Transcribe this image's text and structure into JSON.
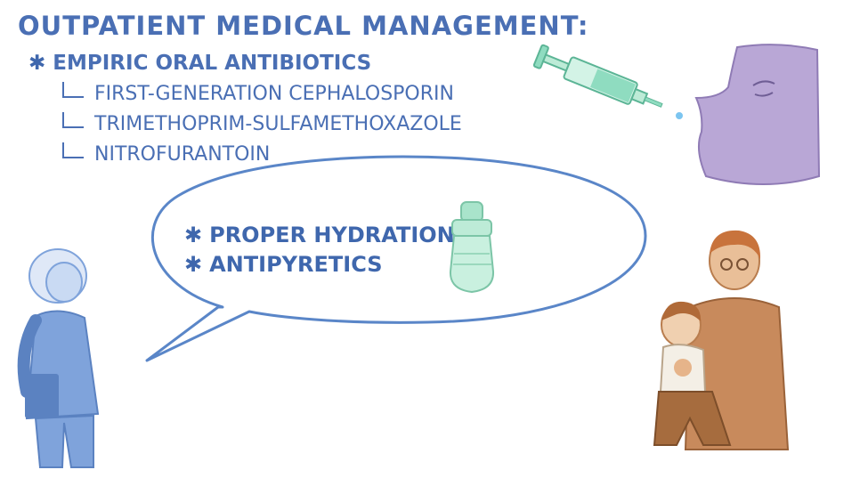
{
  "header": {
    "title": "OUTPATIENT MEDICAL MANAGEMENT:"
  },
  "treatment": {
    "bullet_symbol": "✱",
    "main_item": "EMPIRIC ORAL ANTIBIOTICS",
    "options": [
      "FIRST-GENERATION CEPHALOSPORIN",
      "TRIMETHOPRIM-SULFAMETHOXAZOLE",
      "NITROFURANTOIN"
    ]
  },
  "speech_bubble": {
    "items": [
      "PROPER HYDRATION",
      "ANTIPYRETICS"
    ]
  },
  "colors": {
    "text_blue": "#4a6fb4",
    "bubble_stroke": "#5a86c8",
    "syringe_green": "#8fdcc0",
    "face_purple": "#b9a7d6",
    "sippy_cup_green": "#a9e4cb",
    "nurse_blue": "#7fa3db",
    "father_brown": "#c88a5c"
  },
  "icons": {
    "syringe": "syringe-icon",
    "face": "patient-face-icon",
    "cup": "sippy-cup-icon",
    "nurse": "nurse-figure",
    "family": "father-child-figure"
  }
}
